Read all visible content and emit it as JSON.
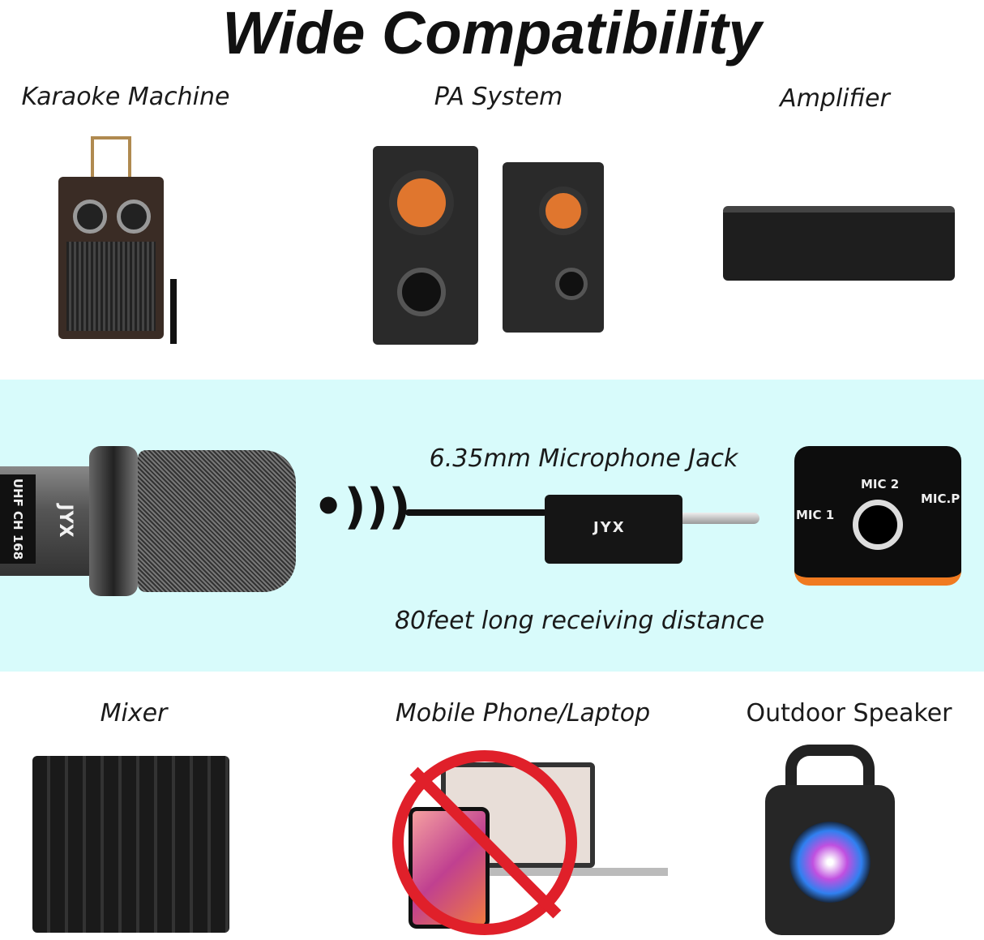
{
  "title": "Wide Compatibility",
  "devices_top": [
    {
      "label": "Karaoke Machine"
    },
    {
      "label": "PA System"
    },
    {
      "label": "Amplifier"
    }
  ],
  "devices_bottom": [
    {
      "label": "Mixer"
    },
    {
      "label": "Mobile Phone/Laptop"
    },
    {
      "label": "Outdoor Speaker"
    }
  ],
  "middle": {
    "jack_label": "6.35mm Microphone Jack",
    "distance_label": "80feet long receiving distance",
    "receiver_brand": "JYX",
    "mic_brand": "JYX",
    "mic_display": "UHF CH 168",
    "panel_labels": [
      "MIC 1",
      "MIC 2",
      "MIC.P"
    ]
  },
  "colors": {
    "band": "#d8fbfb",
    "prohibit": "#e0202a",
    "accent_orange": "#f07a20"
  }
}
